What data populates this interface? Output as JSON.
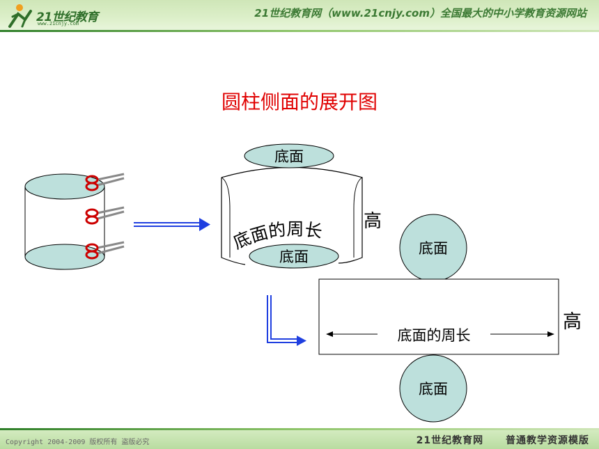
{
  "header": {
    "logo_text": "21世纪教育",
    "logo_sub": "www.21cnjy.com",
    "tagline": "21世纪教育网（www.21cnjy.com）全国最大的中小学教育资源网站"
  },
  "slide": {
    "title": "圆柱侧面的展开图",
    "labels": {
      "top_base": "底面",
      "bottom_base_curved": "底面",
      "perimeter_curved": "底面的周长",
      "height_curved": "高",
      "rect_top_base": "底面",
      "rect_bottom_base": "底面",
      "rect_perimeter": "底面的周长",
      "rect_height": "高"
    }
  },
  "footer": {
    "copyright": "Copyright 2004-2009 版权所有 盗版必究",
    "brand": "21世纪教育网",
    "template": "普通教学资源模版"
  },
  "colors": {
    "title": "#e00000",
    "ellipse_fill": "#bde0dc",
    "arrow": "#1f3fe0",
    "header": "#cfe6b8"
  }
}
